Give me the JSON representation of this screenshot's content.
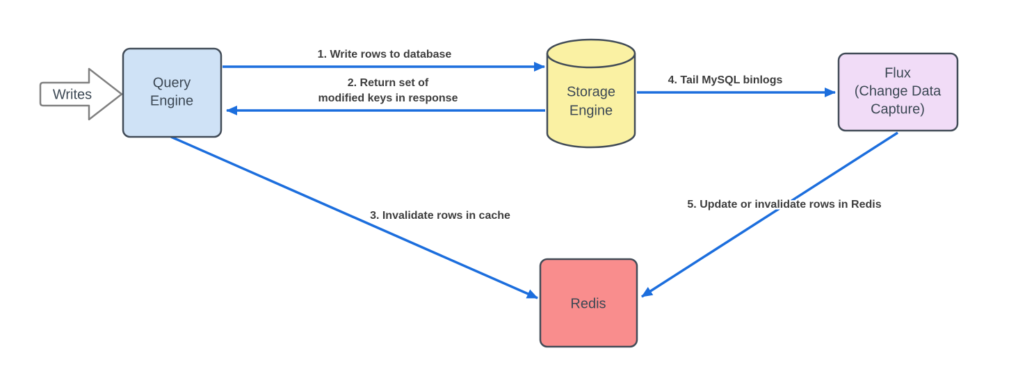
{
  "diagram": {
    "nodes": {
      "writes": {
        "label": "Writes"
      },
      "query_engine": {
        "line1": "Query",
        "line2": "Engine"
      },
      "storage_engine": {
        "line1": "Storage",
        "line2": "Engine"
      },
      "flux": {
        "line1": "Flux",
        "line2": "(Change Data",
        "line3": "Capture)"
      },
      "redis": {
        "label": "Redis"
      }
    },
    "edges": {
      "e1": {
        "label": "1. Write rows to database"
      },
      "e2": {
        "label_line1": "2. Return set of",
        "label_line2": "modified keys in response"
      },
      "e3": {
        "label": "3. Invalidate rows in cache"
      },
      "e4": {
        "label": "4. Tail MySQL binlogs"
      },
      "e5": {
        "label": "5. Update or invalidate rows in Redis"
      }
    },
    "colors": {
      "arrow": "#1C6EDD",
      "node_border": "#414B57",
      "node_text": "#3C4854",
      "label_text": "#3D3D3D",
      "query_fill": "#CFE2F6",
      "storage_fill": "#FAF1A3",
      "flux_fill": "#F1DCF7",
      "redis_fill": "#F98D8D",
      "writes_border": "#808080",
      "writes_fill": "#FFFFFF"
    }
  }
}
